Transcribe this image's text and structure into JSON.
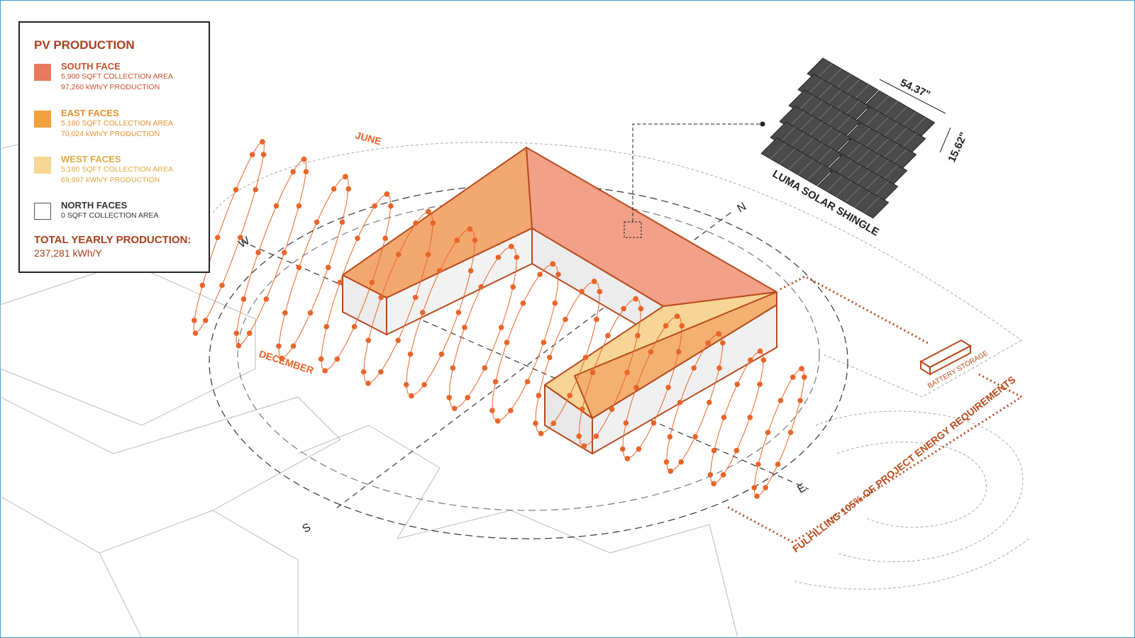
{
  "legend": {
    "title": "PV PRODUCTION",
    "items": [
      {
        "name": "SOUTH FACE",
        "area": "5,900 SQFT COLLECTION AREA",
        "production": "97,260 kWh/Y PRODUCTION",
        "color": "#e8785e",
        "text_color": "#c8502e"
      },
      {
        "name": "EAST FACES",
        "area": "5,180 SQFT COLLECTION AREA",
        "production": "70,024 kWh/Y PRODUCTION",
        "color": "#f0a03c",
        "text_color": "#e8902c"
      },
      {
        "name": "WEST FACES",
        "area": "5,180 SQFT COLLECTION AREA",
        "production": "69,997 kWh/Y PRODUCTION",
        "color": "#f6d894",
        "text_color": "#e0a840"
      },
      {
        "name": "NORTH FACES",
        "area": "0 SQFT COLLECTION AREA",
        "color": "#ffffff",
        "text_color": "#333333"
      }
    ],
    "total_label": "TOTAL YEARLY PRODUCTION:",
    "total_value": "237,281 kWh/Y"
  },
  "sun_path": {
    "june": "JUNE",
    "december": "DECEMBER",
    "color": "#e8652a"
  },
  "compass": {
    "n": "N",
    "s": "S",
    "e": "E",
    "w": "W"
  },
  "shingle": {
    "width": "54.37\"",
    "height": "15.62\"",
    "label": "LUMA SOLAR SHINGLE"
  },
  "battery": "BATTERY STORAGE",
  "fulfilling": "FULFILLING 105% OF PROJECT ENERGY REQUIREMENTS"
}
